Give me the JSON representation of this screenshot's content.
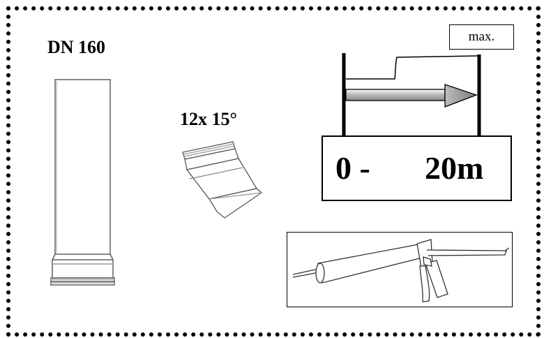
{
  "pipe": {
    "label": "DN 160",
    "icon": "pipe-icon"
  },
  "bend": {
    "label": "12x 15°",
    "icon": "bend-icon"
  },
  "distance": {
    "max_label": "max.",
    "range_start": "0 -",
    "range_end": "20m",
    "icon": "arrow-right-icon"
  },
  "tool": {
    "icon": "caulking-gun-icon"
  }
}
